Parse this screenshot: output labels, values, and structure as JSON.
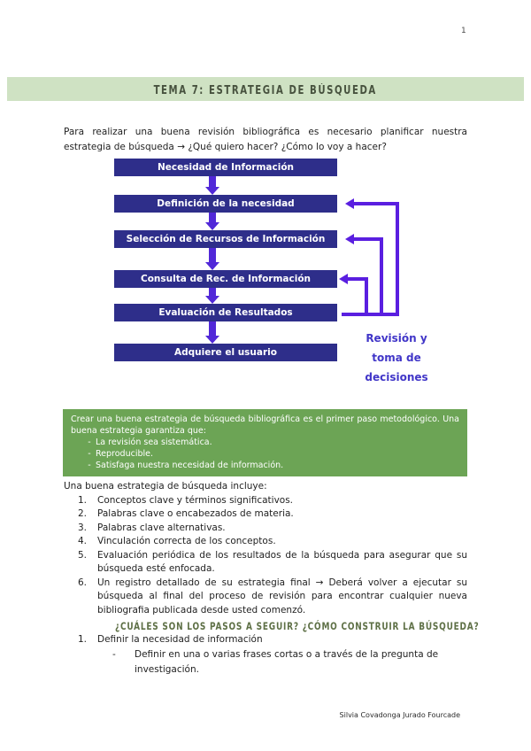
{
  "page": {
    "number": "1",
    "footer": "Silvia Covadonga Jurado Fourcade"
  },
  "header": {
    "title": "TEMA 7: ESTRATEGIA DE BÚSQUEDA",
    "banner_bg": "#cfe2c3",
    "banner_text_color": "#47523e"
  },
  "intro": {
    "text": "Para realizar una buena revisión bibliográfica es necesario planificar nuestra estrategia de búsqueda → ¿Qué quiero hacer? ¿Cómo lo voy a hacer?"
  },
  "flowchart": {
    "boxes": [
      "Necesidad de Información",
      "Definición de la necesidad",
      "Selección de Recursos de Información",
      "Consulta de Rec. de Información",
      "Evaluación de Resultados",
      "Adquiere el usuario"
    ],
    "side_label_lines": [
      "Revisión y",
      "toma de",
      "decisiones"
    ],
    "colors": {
      "box": "#2e2e8a",
      "box_text": "#ffffff",
      "down_arrow": "#5128d8",
      "feedback_arrow": "#5a1fe0",
      "side_label": "#4136c8"
    }
  },
  "info_box": {
    "bg_color": "#6ca455",
    "intro": "Crear una buena estrategia de búsqueda bibliográfica es el primer paso metodológico. Una buena estrategia garantiza que:",
    "bullets": [
      {
        "dash": "-",
        "text": "La revisión sea sistemática."
      },
      {
        "dash": "-",
        "text": "Reproducible."
      },
      {
        "dash": "-",
        "text": "Satisfaga nuestra necesidad de información."
      }
    ]
  },
  "strategy_list": {
    "intro": "Una buena estrategia de búsqueda incluye:",
    "items": [
      {
        "num": "1.",
        "text": "Conceptos clave y términos significativos."
      },
      {
        "num": "2.",
        "text": "Palabras clave o encabezados de materia."
      },
      {
        "num": "3.",
        "text": "Palabras clave alternativas."
      },
      {
        "num": "4.",
        "text": "Vinculación correcta de los conceptos."
      },
      {
        "num": "5.",
        "text": "Evaluación periódica de los resultados de la búsqueda para asegurar que su búsqueda esté enfocada."
      },
      {
        "num": "6.",
        "text": "Un registro detallado de su estrategia final → Deberá volver a ejecutar su búsqueda al final del proceso de revisión para encontrar cualquier nueva bibliografia publicada desde usted comenzó."
      }
    ]
  },
  "section": {
    "heading": "¿CUÁLES SON LOS PASOS A SEGUIR? ¿CÓMO CONSTRUIR LA BÚSQUEDA?",
    "heading_color": "#5e7046",
    "items": [
      {
        "num": "1.",
        "label": "Definir la necesidad de información",
        "sub": [
          {
            "dash": "-",
            "text": "Definir en una o varias frases cortas o a través de la pregunta de investigación."
          }
        ]
      }
    ]
  }
}
